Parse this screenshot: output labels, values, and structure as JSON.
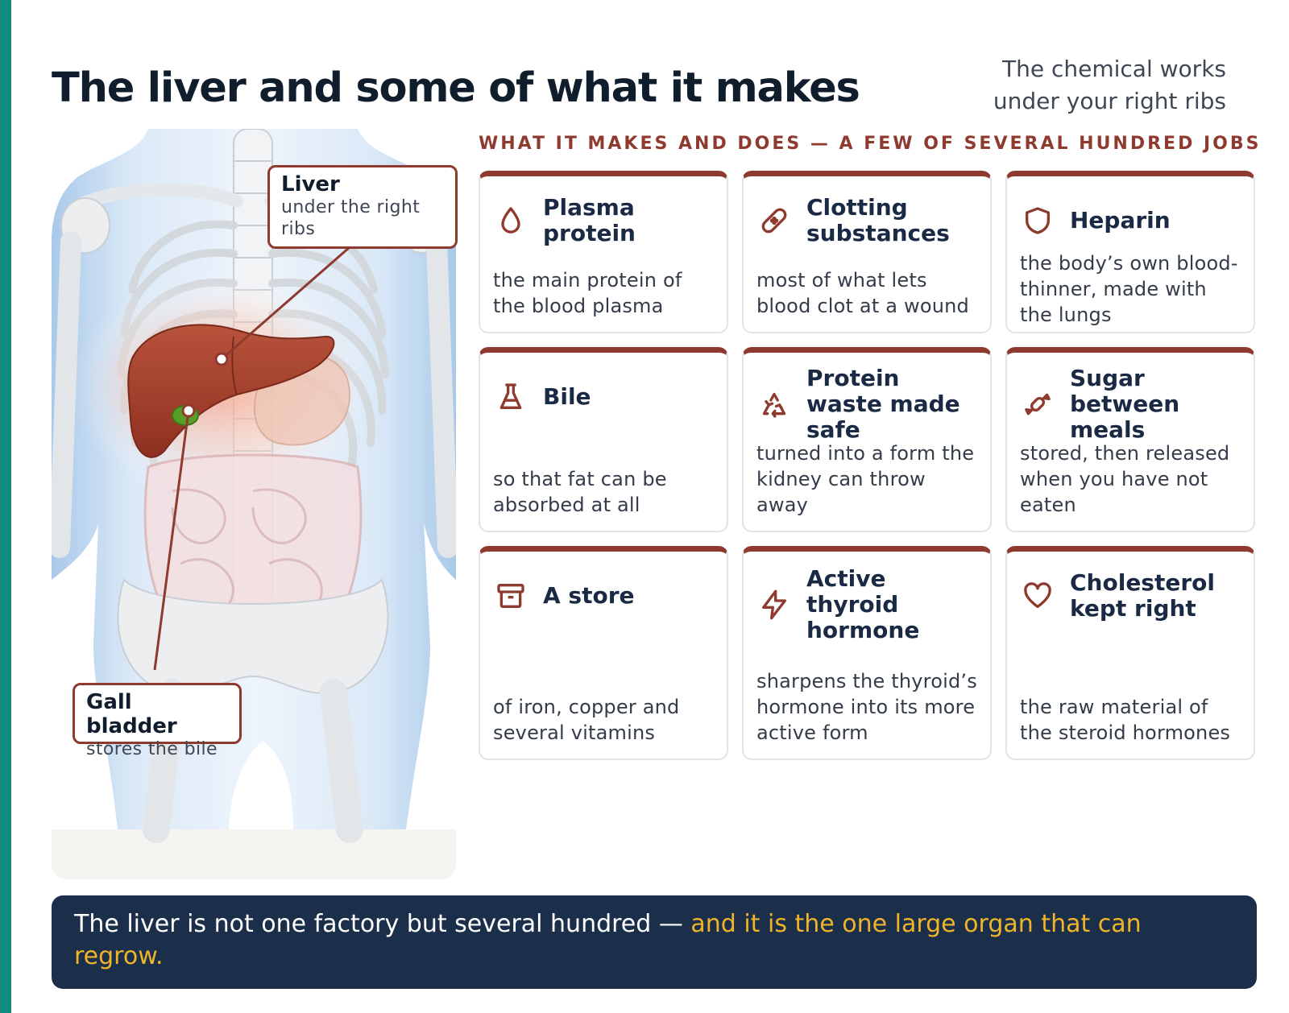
{
  "header": {
    "title": "The liver and some of what it makes",
    "subtitle": "The chemical works under your right ribs"
  },
  "section_label": "WHAT IT MAKES AND DOES — A FEW OF SEVERAL HUNDRED JOBS",
  "callouts": {
    "liver": {
      "title": "Liver",
      "sub": "under the right ribs"
    },
    "gall_bladder": {
      "title": "Gall bladder",
      "sub": "stores the bile"
    }
  },
  "cards": [
    {
      "title": "Plasma protein",
      "desc": "the main protein of the blood plasma",
      "icon": "drop-icon"
    },
    {
      "title": "Clotting substances",
      "desc": "most of what lets blood clot at a wound",
      "icon": "bandage-icon"
    },
    {
      "title": "Heparin",
      "desc": "the body’s own blood-thinner, made with the lungs",
      "icon": "shield-icon"
    },
    {
      "title": "Bile",
      "desc": "so that fat can be absorbed at all",
      "icon": "flask-icon"
    },
    {
      "title": "Protein waste made safe",
      "desc": "turned into a form the kidney can throw away",
      "icon": "recycle-icon"
    },
    {
      "title": "Sugar between meals",
      "desc": "stored, then released when you have not eaten",
      "icon": "candy-icon"
    },
    {
      "title": "A store",
      "desc": "of iron, copper and several vitamins",
      "icon": "archive-icon"
    },
    {
      "title": "Active thyroid hormone",
      "desc": "sharpens the thyroid’s hormone into its more active form",
      "icon": "lightning-icon"
    },
    {
      "title": "Cholesterol kept right",
      "desc": "the raw material of the steroid hormones",
      "icon": "heart-icon"
    }
  ],
  "banner": {
    "text": "The liver is not one factory but several hundred — ",
    "highlight": "and it is the one large organ that can regrow."
  },
  "colors": {
    "accent_teal": "#128a7d",
    "accent_brown": "#8f3a2e",
    "banner_navy": "#1b2f4b",
    "highlight_gold": "#f0b429",
    "liver_red": "#a8432f",
    "gall_green": "#5a9e2a"
  }
}
